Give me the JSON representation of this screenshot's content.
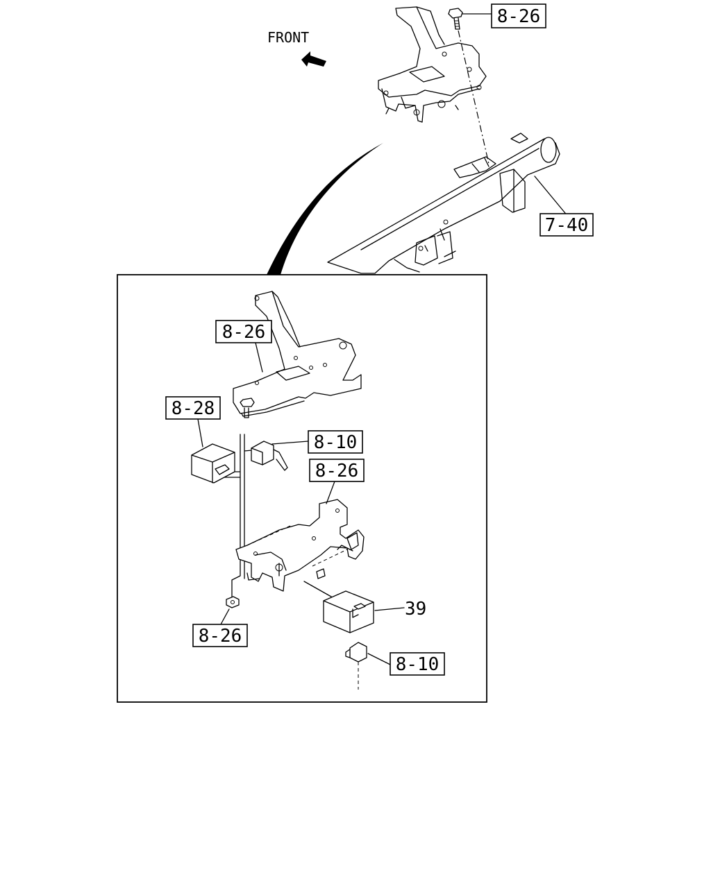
{
  "direction_label": "FRONT",
  "callouts": {
    "top_bolt": "8-26",
    "crossmember": "7-40",
    "detail_bracket": "8-26",
    "detail_module": "8-28",
    "detail_connector_upper": "8-10",
    "detail_lower_bracket": "8-26",
    "detail_relay": "39",
    "detail_nut": "8-26",
    "detail_connector_lower": "8-10"
  }
}
